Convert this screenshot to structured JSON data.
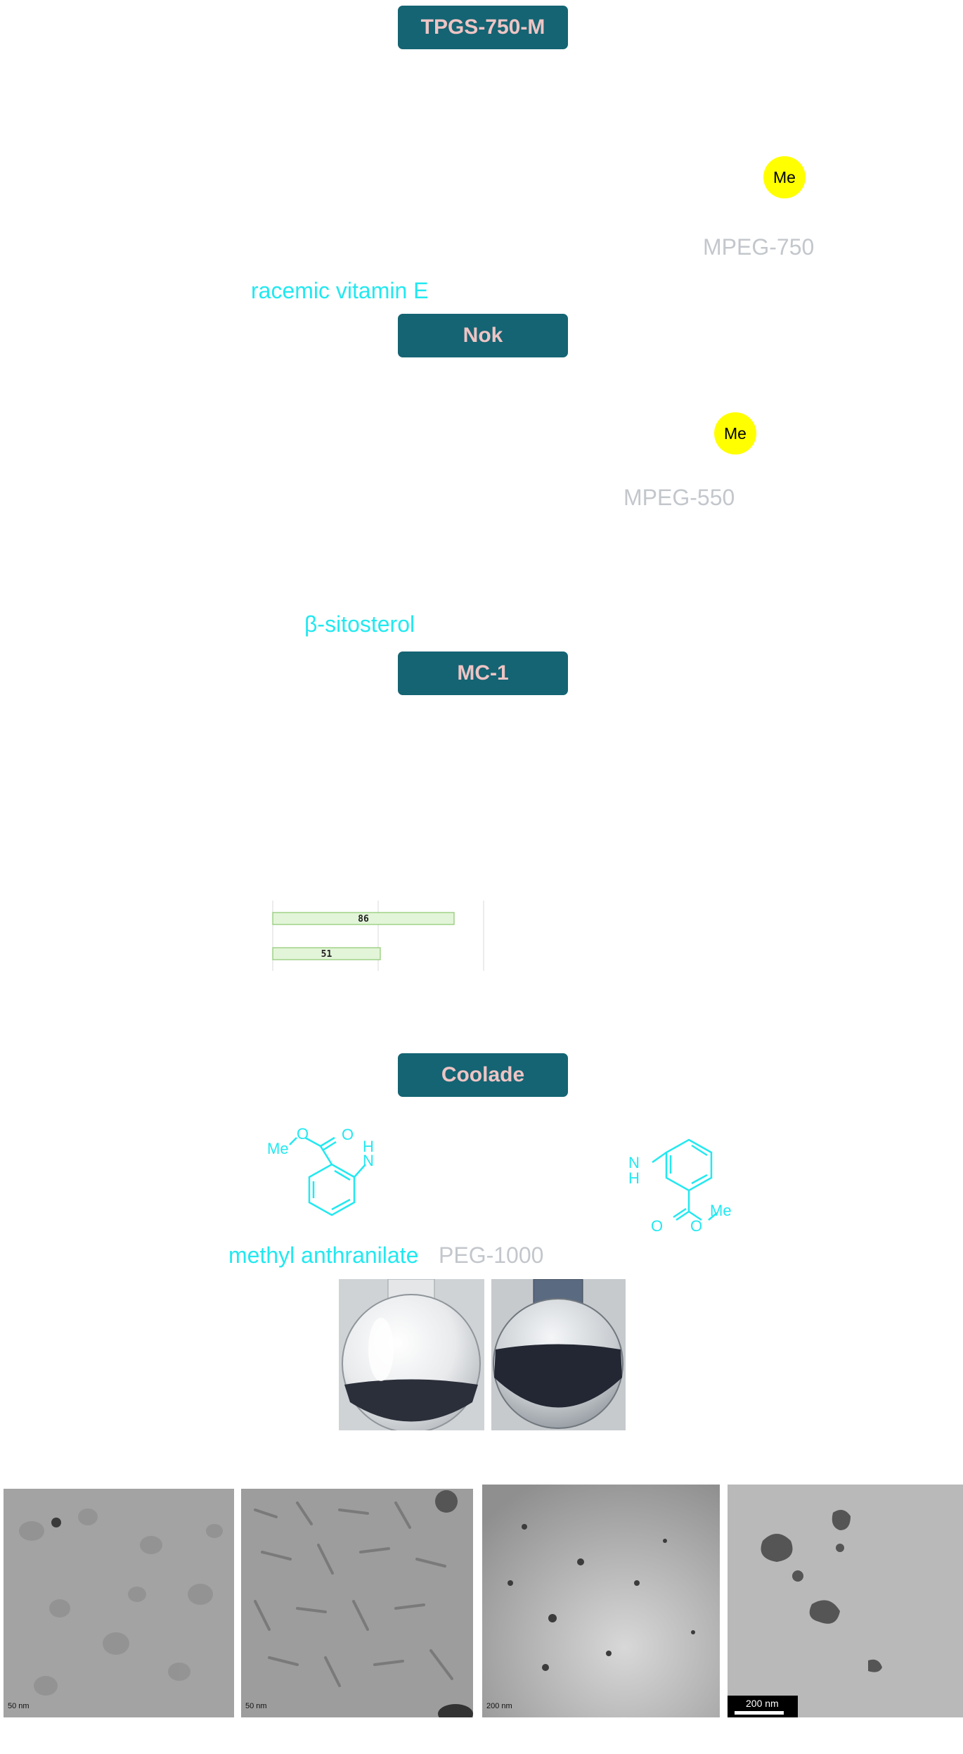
{
  "banners": {
    "tpgs": "TPGS-750-M",
    "nok": "Nok",
    "mc1": "MC-1",
    "coolade": "Coolade"
  },
  "labels": {
    "me1": "Me",
    "mpeg750": "MPEG-750",
    "racemic": "racemic vitamin E",
    "me2": "Me",
    "mpeg550": "MPEG-550",
    "sitosterol": "β-sitosterol",
    "methyl_anthranilate": "methyl anthranilate",
    "peg1000": "PEG-1000"
  },
  "structure_atoms": {
    "left": {
      "me": "Me",
      "o1": "O",
      "o2": "O",
      "h": "H",
      "n": "N"
    },
    "right": {
      "n": "N",
      "h": "H",
      "o1": "O",
      "o2": "O",
      "me": "Me"
    }
  },
  "chart_data": {
    "type": "bar",
    "orientation": "horizontal",
    "values": [
      86,
      51
    ],
    "xlim": [
      0,
      100
    ],
    "grid": true
  },
  "tem_scalebars": [
    "50 nm",
    "50 nm",
    "200 nm",
    "200 nm"
  ],
  "colors": {
    "banner_bg": "#146473",
    "banner_text": "#eec4c4",
    "cyan": "#22e8f0",
    "grey": "#c3c7cc",
    "me_dot": "#ffff00",
    "bar_fill": "#e2f5d8",
    "bar_stroke": "#8cc870"
  }
}
